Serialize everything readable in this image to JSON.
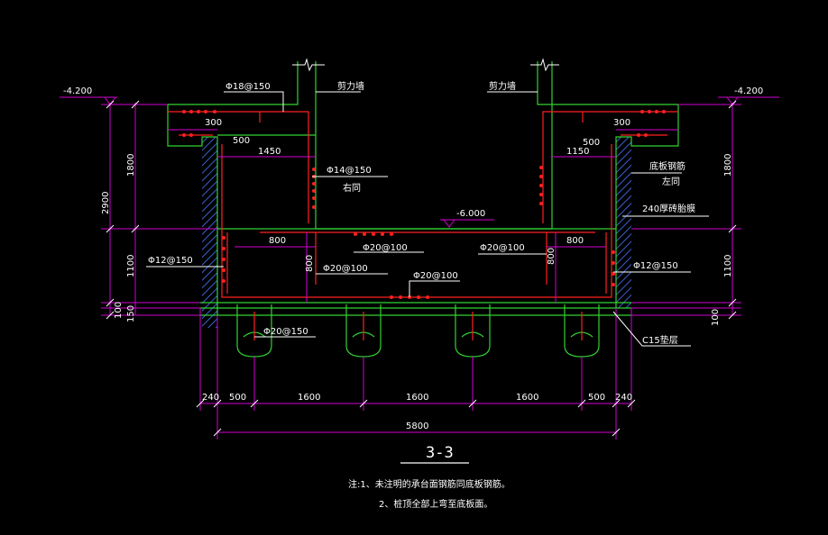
{
  "drawing": {
    "title": "3-3",
    "elev_left": "-4.200",
    "elev_right": "-4.200",
    "elev_mid": "-6.000",
    "wall_left": "剪力墙",
    "wall_right": "剪力墙",
    "bar_top_left": "Φ18@150",
    "bar_mid_left": "Φ14@150",
    "same_left": "右同",
    "slab_bar": "底板钢筋",
    "same_right": "左同",
    "brick_wall": "240厚砖胎膜",
    "bar_side_left": "Φ12@150",
    "bar_side_right": "Φ12@150",
    "bar_bot_1": "Φ20@100",
    "bar_bot_2": "Φ20@100",
    "bar_bot_3": "Φ20@100",
    "bar_bot_4": "Φ20@100",
    "bar_pile": "Φ20@150",
    "cushion": "C15垫层",
    "dims": {
      "d300_l": "300",
      "d500_l": "500",
      "d1450": "1450",
      "d300_r": "300",
      "d500_r": "500",
      "d1150": "1150",
      "d800_1": "800",
      "d800_2": "800",
      "d800_3": "800",
      "d800_4": "800",
      "d1800_l": "1800",
      "d2900": "2900",
      "d1100_l": "1100",
      "d100_l": "100",
      "d150_l": "150",
      "d1800_r": "1800",
      "d1100_r": "1100",
      "d100_r": "100",
      "b240_l": "240",
      "b500_l": "500",
      "b1600_1": "1600",
      "b1600_2": "1600",
      "b1600_3": "1600",
      "b500_r": "500",
      "b240_r": "240",
      "b5800": "5800"
    },
    "note1": "注:1、未注明的承台面钢筋同底板钢筋。",
    "note2": "2、桩顶全部上弯至底板面。",
    "colors": {
      "concrete": "#32d232",
      "dimension": "#d200d2",
      "rebar": "#ff2020",
      "leader": "#ffffff",
      "hatch": "#2a4fb0"
    }
  }
}
